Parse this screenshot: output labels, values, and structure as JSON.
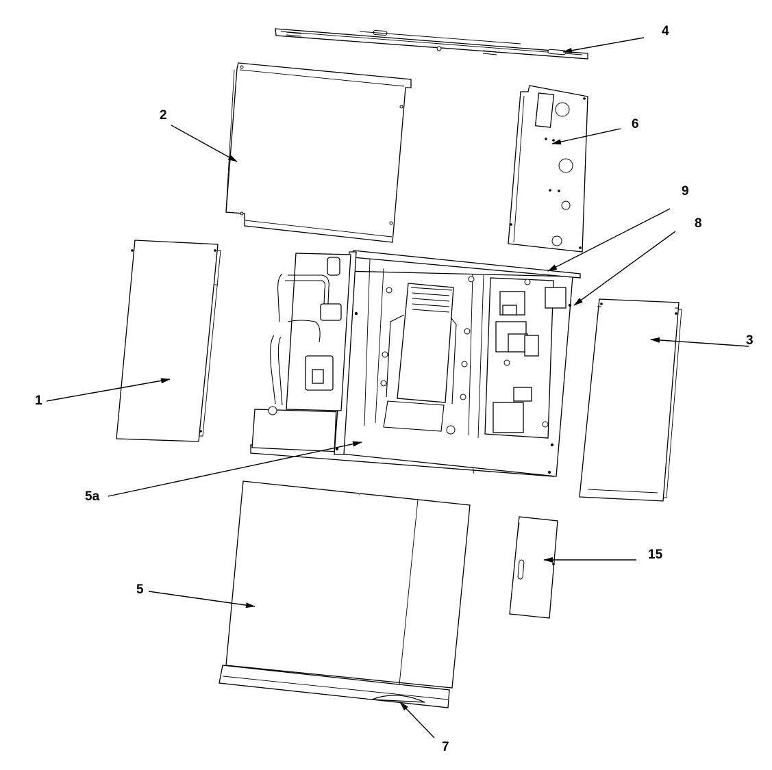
{
  "callouts": {
    "part_1": "1",
    "part_2": "2",
    "part_3": "3",
    "part_4": "4",
    "part_5": "5",
    "part_5a": "5a",
    "part_6": "6",
    "part_7": "7",
    "part_8": "8",
    "part_9": "9",
    "part_15": "15"
  },
  "colors": {
    "line": "#000000",
    "background": "#ffffff"
  }
}
